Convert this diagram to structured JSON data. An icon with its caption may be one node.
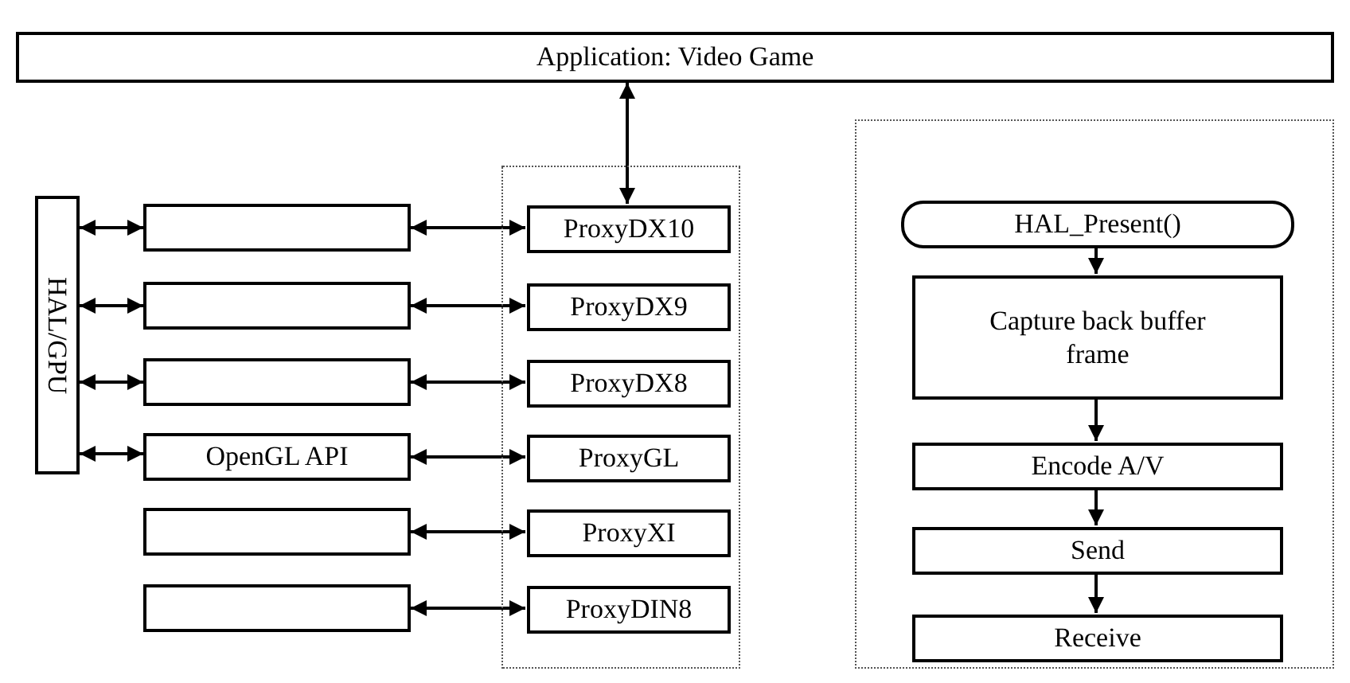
{
  "diagram": {
    "nodes": [
      {
        "text": [
          "Application: Video Game"
        ]
      },
      {
        "text": [
          "HAL/GPU"
        ]
      },
      {
        "text": [],
        "shape": "box"
      },
      {
        "text": [],
        "shape": "box"
      },
      {
        "text": [],
        "shape": "box"
      },
      {
        "text": [
          "OpenGL API"
        ]
      },
      {
        "text": [],
        "shape": "box"
      },
      {
        "text": [],
        "shape": "box"
      },
      {
        "text": [],
        "shape": "box"
      },
      {
        "text": [
          "ProxyDX10"
        ],
        "in": 8
      },
      {
        "text": [
          "ProxyDX9"
        ],
        "in": 8
      },
      {
        "text": [
          "ProxyDX8"
        ],
        "in": 8
      },
      {
        "text": [
          "ProxyGL"
        ],
        "in": 8
      },
      {
        "text": [
          "ProxyXI"
        ],
        "in": 8
      },
      {
        "text": [
          "ProxyDIN8"
        ],
        "in": 8
      },
      {
        "text": [],
        "shape": "box"
      },
      {
        "text": [
          "HAL_Present()"
        ],
        "in": 15
      },
      {
        "text": [
          "Capture back buffer frame"
        ],
        "in": 15
      },
      {
        "text": [
          "Encode A/V"
        ],
        "in": 15
      },
      {
        "text": [
          "Send"
        ],
        "in": 15
      },
      {
        "text": [
          "Receive"
        ],
        "in": 15
      }
    ],
    "edges": [
      {
        "from": 0,
        "to": 9,
        "arrow": "both"
      },
      {
        "from": 1,
        "to": 2,
        "arrow": "both"
      },
      {
        "from": 1,
        "to": 3,
        "arrow": "both"
      },
      {
        "from": 1,
        "to": 4,
        "arrow": "both"
      },
      {
        "from": 1,
        "to": 5,
        "arrow": "both"
      },
      {
        "from": 2,
        "to": 9,
        "arrow": "both"
      },
      {
        "from": 3,
        "to": 10,
        "arrow": "both"
      },
      {
        "from": 4,
        "to": 11,
        "arrow": "both"
      },
      {
        "from": 5,
        "to": 12,
        "arrow": "both"
      },
      {
        "from": 6,
        "to": 13,
        "arrow": "both"
      },
      {
        "from": 7,
        "to": 14,
        "arrow": "both"
      },
      {
        "from": 16,
        "to": 17,
        "arrow": "to"
      },
      {
        "from": 17,
        "to": 18,
        "arrow": "to"
      },
      {
        "from": 18,
        "to": 19,
        "arrow": "to"
      },
      {
        "from": 19,
        "to": 20,
        "arrow": "to"
      }
    ]
  }
}
